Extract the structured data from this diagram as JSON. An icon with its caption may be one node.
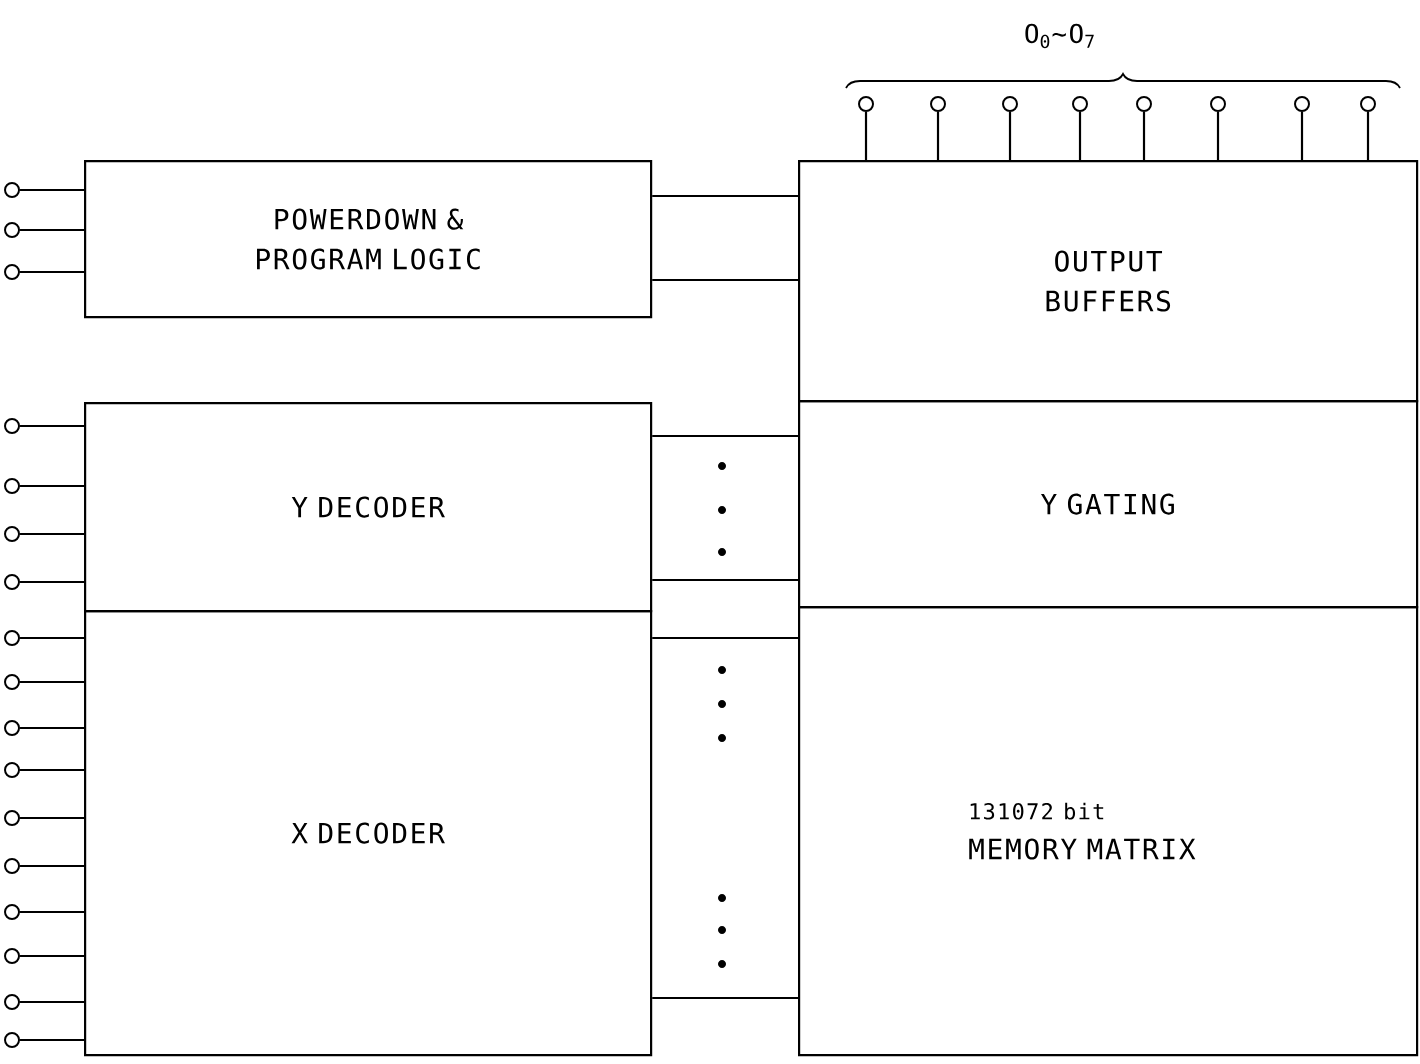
{
  "diagram": {
    "nodes": [
      {
        "text": [
          "POWERDOWN & PROGRAM LOGIC"
        ]
      },
      {
        "text": [
          "OUTPUT BUFFERS"
        ]
      },
      {
        "text": [
          "Y DECODER"
        ]
      },
      {
        "text": [
          "Y GATING"
        ]
      },
      {
        "text": [
          "X DECODER"
        ]
      },
      {
        "text": [
          "131072 bit",
          "MEMORY MATRIX"
        ]
      },
      {
        "text": [],
        "shape": "circle"
      },
      {
        "text": [],
        "shape": "circle"
      },
      {
        "text": [],
        "shape": "circle"
      },
      {
        "text": [],
        "shape": "circle"
      },
      {
        "text": [],
        "shape": "circle"
      },
      {
        "text": [],
        "shape": "circle"
      },
      {
        "text": [],
        "shape": "circle"
      },
      {
        "text": [],
        "shape": "circle"
      },
      {
        "text": [],
        "shape": "circle"
      },
      {
        "text": [],
        "shape": "circle"
      },
      {
        "text": [],
        "shape": "circle"
      },
      {
        "text": [],
        "shape": "circle"
      },
      {
        "text": [],
        "shape": "circle"
      },
      {
        "text": [],
        "shape": "circle"
      },
      {
        "text": [],
        "shape": "circle"
      },
      {
        "text": [],
        "shape": "circle"
      },
      {
        "text": [],
        "shape": "circle"
      },
      {
        "text": [],
        "shape": "circle"
      },
      {
        "text": [],
        "shape": "circle"
      },
      {
        "text": [],
        "shape": "circle"
      },
      {
        "text": [],
        "shape": "circle"
      },
      {
        "text": [],
        "shape": "circle"
      },
      {
        "text": [],
        "shape": "circle"
      },
      {
        "text": [],
        "shape": "circle"
      },
      {
        "text": [],
        "shape": "circle"
      }
    ],
    "edges": [
      {
        "from": 0,
        "to": 1,
        "arrow": "none"
      },
      {
        "from": 0,
        "to": 1,
        "arrow": "none"
      },
      {
        "from": 2,
        "to": 3,
        "arrow": "none"
      },
      {
        "from": 2,
        "to": 3,
        "arrow": "none"
      },
      {
        "from": 4,
        "to": 5,
        "arrow": "none"
      },
      {
        "from": 4,
        "to": 5,
        "arrow": "none"
      },
      {
        "from": 6,
        "to": 0,
        "arrow": "none"
      },
      {
        "from": 7,
        "to": 0,
        "arrow": "none"
      },
      {
        "from": 8,
        "to": 0,
        "arrow": "none"
      },
      {
        "from": 9,
        "to": 2,
        "arrow": "none"
      },
      {
        "from": 10,
        "to": 2,
        "arrow": "none"
      },
      {
        "from": 11,
        "to": 2,
        "arrow": "none"
      },
      {
        "from": 12,
        "to": 2,
        "arrow": "none"
      },
      {
        "from": 13,
        "to": 4,
        "arrow": "none"
      },
      {
        "from": 14,
        "to": 4,
        "arrow": "none"
      },
      {
        "from": 15,
        "to": 4,
        "arrow": "none"
      },
      {
        "from": 16,
        "to": 4,
        "arrow": "none"
      },
      {
        "from": 17,
        "to": 4,
        "arrow": "none"
      },
      {
        "from": 18,
        "to": 4,
        "arrow": "none"
      },
      {
        "from": 19,
        "to": 4,
        "arrow": "none"
      },
      {
        "from": 20,
        "to": 4,
        "arrow": "none"
      },
      {
        "from": 21,
        "to": 4,
        "arrow": "none"
      },
      {
        "from": 22,
        "to": 4,
        "arrow": "none"
      },
      {
        "from": 1,
        "to": 23,
        "arrow": "none"
      },
      {
        "from": 1,
        "to": 24,
        "arrow": "none"
      },
      {
        "from": 1,
        "to": 25,
        "arrow": "none"
      },
      {
        "from": 1,
        "to": 26,
        "arrow": "none"
      },
      {
        "from": 1,
        "to": 27,
        "arrow": "none"
      },
      {
        "from": 1,
        "to": 28,
        "arrow": "none"
      },
      {
        "from": 1,
        "to": 29,
        "arrow": "none"
      },
      {
        "from": 1,
        "to": 30,
        "arrow": "none"
      }
    ],
    "labels": [
      "O$_{0}$~O$_{7}$"
    ]
  }
}
